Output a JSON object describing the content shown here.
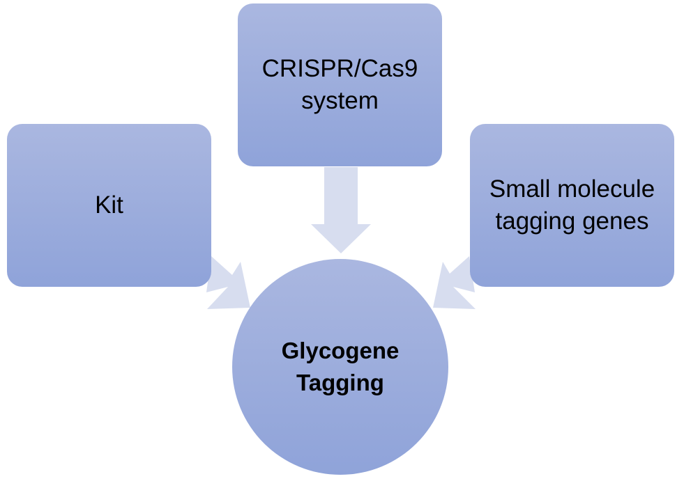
{
  "diagram": {
    "center": {
      "label_line1": "Glycogene",
      "label_line2": "Tagging"
    },
    "inputs": [
      {
        "label_line1": "Kit",
        "label_line2": ""
      },
      {
        "label_line1": "CRISPR/Cas9",
        "label_line2": "system"
      },
      {
        "label_line1": "Small molecule",
        "label_line2": "tagging genes"
      }
    ],
    "colors": {
      "node_gradient_top": "#aab7e0",
      "node_gradient_bottom": "#8fa3d9",
      "arrow": "#d7ddef",
      "text": "#000000"
    }
  }
}
